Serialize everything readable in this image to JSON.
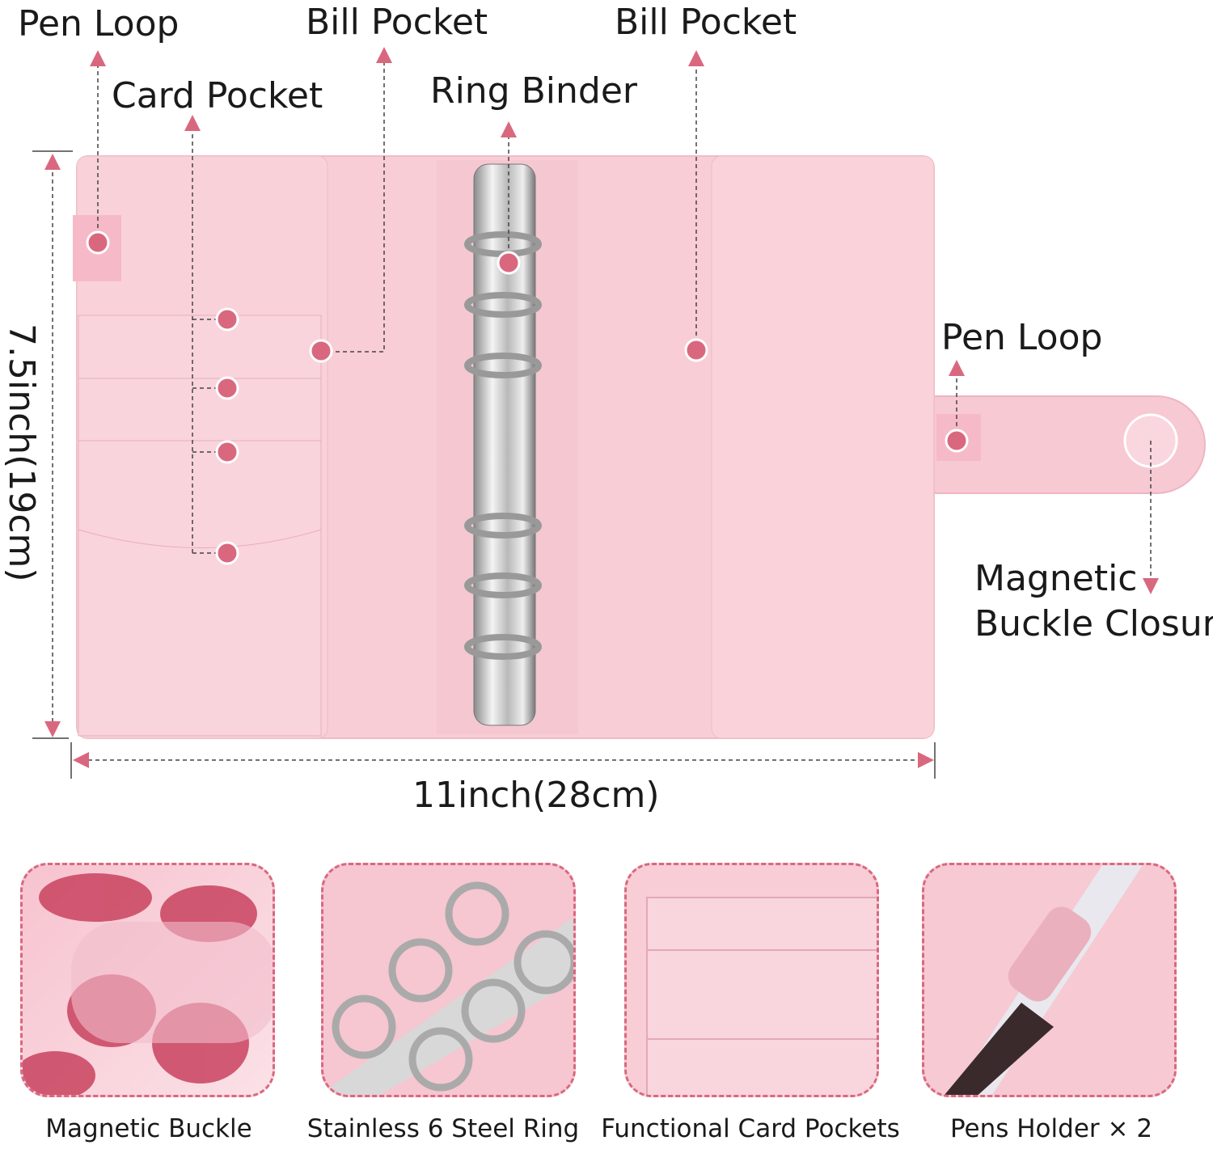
{
  "labels": {
    "pen_loop_left": "Pen  Loop",
    "card_pocket": "Card Pocket",
    "bill_pocket_left": "Bill Pocket",
    "ring_binder": "Ring Binder",
    "bill_pocket_right": "Bill Pocket",
    "pen_loop_right": "Pen  Loop",
    "magnetic_line1": "Magnetic",
    "magnetic_line2": "Buckle Closure",
    "height": "7.5inch(19cm)",
    "width": "11inch(28cm)"
  },
  "features": [
    {
      "caption": "Magnetic Buckle"
    },
    {
      "caption": "Stainless 6 Steel Ring"
    },
    {
      "caption": "Functional Card Pockets"
    },
    {
      "caption": "Pens Holder × 2"
    }
  ],
  "colors": {
    "accent": "#d9687f",
    "leather": "#f8cdd6",
    "text": "#1a1a1a"
  }
}
